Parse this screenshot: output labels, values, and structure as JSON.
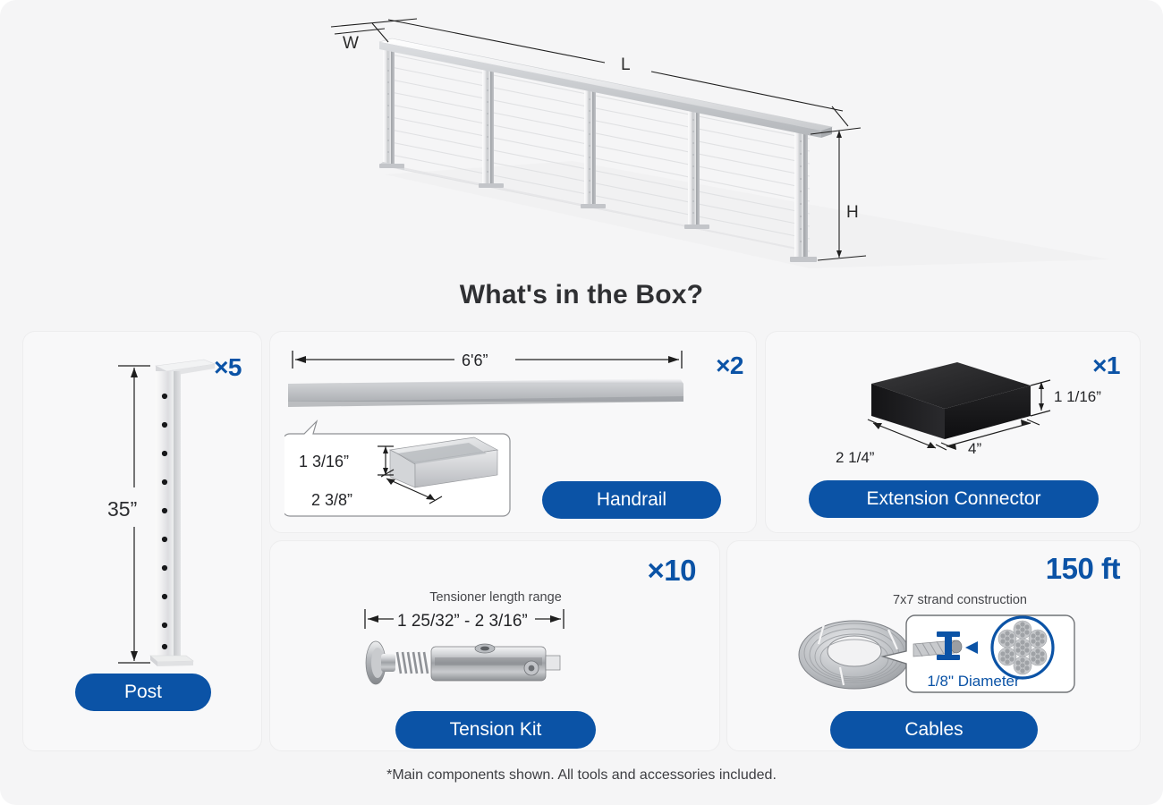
{
  "hero": {
    "dimension_labels": {
      "width": "W",
      "length": "L",
      "height": "H"
    },
    "post_count_shown": 5,
    "cable_rows_shown": 10
  },
  "section": {
    "title": "What's in the Box?"
  },
  "colors": {
    "accent_blue": "#0b53a6",
    "page_background": "#f5f5f6",
    "card_background": "#f8f8f9",
    "title_text": "#2f3033"
  },
  "cards": {
    "post": {
      "count": "×5",
      "label": "Post",
      "dimension": "35\"",
      "hole_count": 10
    },
    "handrail": {
      "count": "×2",
      "label": "Handrail",
      "length": "6'6\"",
      "profile_height": "1 3/16\"",
      "profile_width": "2 3/8\""
    },
    "extension_connector": {
      "count": "×1",
      "label": "Extension Connector",
      "height": "1 1/16\"",
      "length": "4\"",
      "width": "2 1/4\""
    },
    "tension_kit": {
      "count": "×10",
      "label": "Tension Kit",
      "range_caption": "Tensioner length range",
      "range_value": "1 25/32\" - 2 3/16\""
    },
    "cables": {
      "count": "150 ft",
      "label": "Cables",
      "construction": "7x7 strand construction",
      "diameter": "1/8\" Diameter"
    }
  },
  "footnote": "*Main components shown. All tools and accessories included."
}
